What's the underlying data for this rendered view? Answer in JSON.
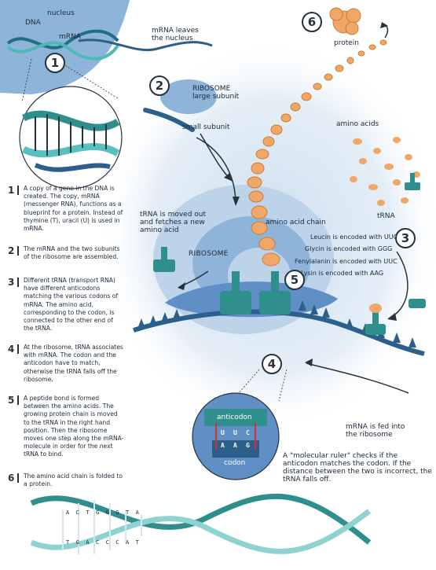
{
  "labels": {
    "nucleus": "nucleus",
    "dna": "DNA",
    "mrna": "mRNA",
    "mrna_leaves_line1": "mRNA leaves",
    "mrna_leaves_line2": "the nucleus",
    "ribosome_large_line1": "RIBOSOME",
    "ribosome_large_line2": "large subunit",
    "small_subunit": "small subunit",
    "protein": "protein",
    "amino_acids": "amino acids",
    "trna": "tRNA",
    "trna_moved": "tRNA is moved out and fetches a new amino acid",
    "ribosome": "RIBOSOME",
    "amino_acid_chain": "amino acid chain",
    "mrna_fed": "mRNA is fed into the ribosome",
    "ruler_note": "A \"molecular ruler\" checks if the anticodon matches the codon. If the distance between the two is incorrect, the tRNA falls off.",
    "anticodon": "anticodon",
    "codon": "codon",
    "anticodon_letters": [
      "U",
      "U",
      "C"
    ],
    "codon_letters": [
      "A",
      "A",
      "G"
    ]
  },
  "encodings": [
    "Leucin is encoded with UUG",
    "Glycin is encoded with GGG",
    "Fenylalanin is encoded with UUC",
    "Lysin is encoded with AAG"
  ],
  "badges": [
    "1",
    "2",
    "3",
    "4",
    "5",
    "6"
  ],
  "steps": [
    {
      "num": "1",
      "text": "A copy of a gene in the DNA is created. The copy, mRNA (messenger RNA), functions as a blueprint for a protein. Instead of thymine (T), uracil (U) is used in mRNA."
    },
    {
      "num": "2",
      "text": "The mRNA and the two subunits of the ribosome are assembled."
    },
    {
      "num": "3",
      "text": "Different tRNA (transport RNA) have different anticodons matching the various codons of mRNA. The amino acid, corresponding to the codon, is connected to the other end of the tRNA."
    },
    {
      "num": "4",
      "text": "At the ribosome, tRNA associates with mRNA. The codon and the anticodon have to match, otherwise the tRNA falls off the ribosome."
    },
    {
      "num": "5",
      "text": "A peptide bond is formed between the amino acids. The growing protein chain is moved to the tRNA in the right hand position. Then the ribosome moves one step along the mRNA-molecule in order for the next tRNA to bind."
    },
    {
      "num": "6",
      "text": "The amino acid chain is folded to a protein."
    }
  ],
  "dna_letters_top": [
    "A",
    "C",
    "T",
    "G",
    "G",
    "G",
    "T",
    "A"
  ],
  "dna_letters_bottom": [
    "T",
    "G",
    "A",
    "C",
    "C",
    "C",
    "A",
    "T"
  ],
  "colors": {
    "nucleus": "#8fb4da",
    "ribosome_light": "#bcd3ea",
    "ribosome_dark": "#5f8fc4",
    "mrna": "#2c5f8a",
    "teal": "#2f8f8c",
    "amino": "#f0a868",
    "dark": "#26323e"
  }
}
